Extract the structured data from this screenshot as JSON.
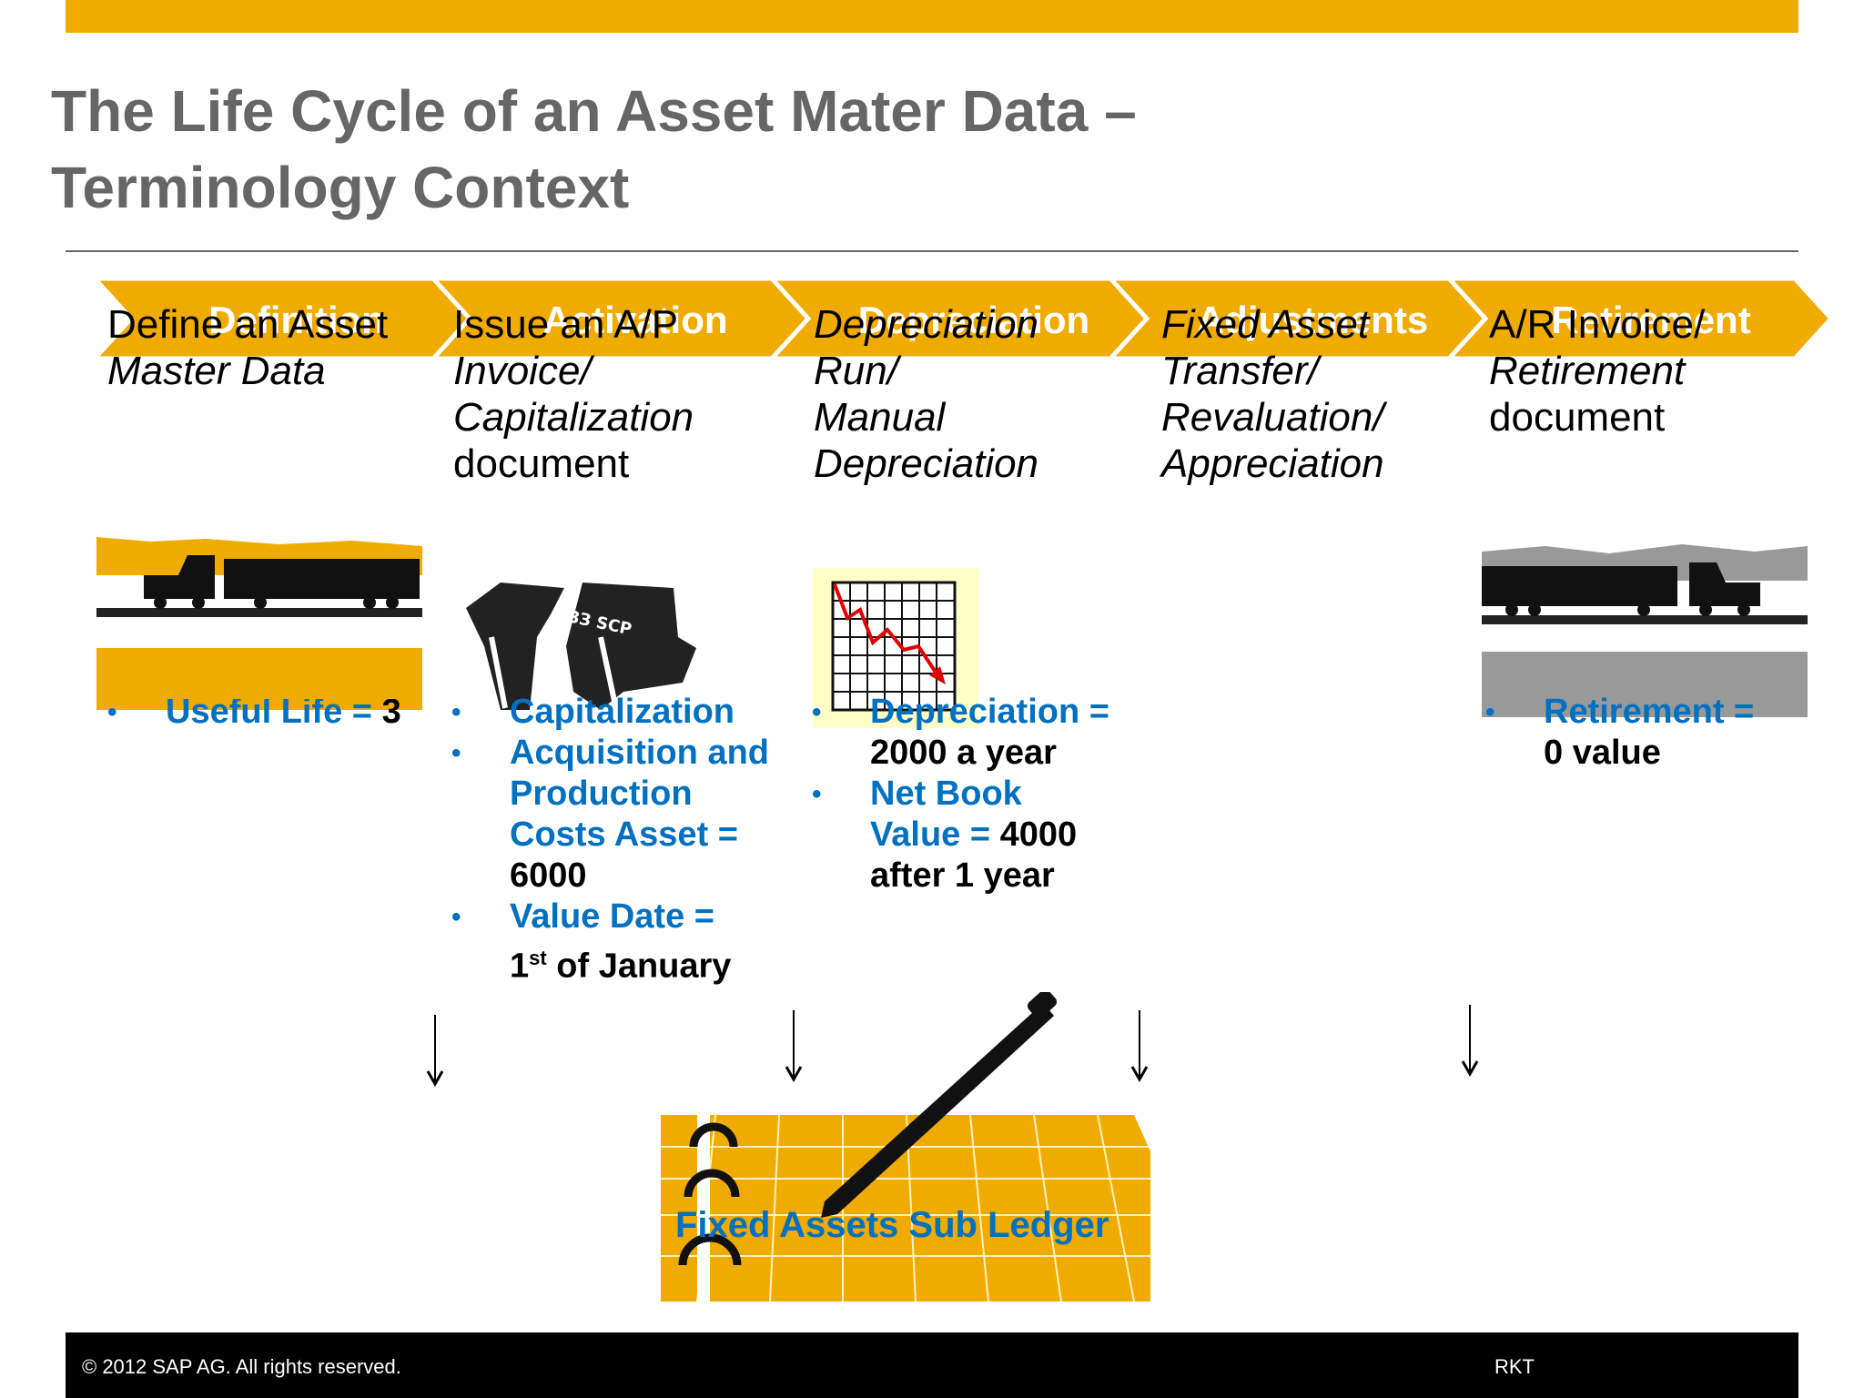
{
  "header": {
    "title_line1": "The Life Cycle of an Asset Mater Data –",
    "title_line2": "Terminology Context"
  },
  "colors": {
    "brand": "#F0AB00",
    "title": "#666666",
    "term": "#0070C0",
    "value": "#000000"
  },
  "stages": [
    {
      "label": "Definition",
      "description": {
        "partial_top": "Define an Asset",
        "italic": [
          "Master Data"
        ],
        "normal": []
      },
      "icon": "truck-road-icon",
      "bullets": [
        {
          "term": "Useful Life =",
          "value": "3"
        }
      ]
    },
    {
      "label": "Activation",
      "description": {
        "partial_top": "Issue an A/P",
        "italic": [
          "Invoice/",
          "Capitalization"
        ],
        "normal": [
          "document"
        ]
      },
      "icon": "money-bills-icon",
      "bullets": [
        {
          "term": "Capitalization",
          "value": ""
        },
        {
          "term": "Acquisition and Production Costs Asset =",
          "value": "6000"
        },
        {
          "term": "Value Date =",
          "value_prefix": "1",
          "value_sup": "st",
          "value": "of January"
        }
      ]
    },
    {
      "label": "Depreciation",
      "description": {
        "partial_top": "Depreciation",
        "italic": [
          "Run/",
          "Manual",
          "Depreciation"
        ],
        "normal": []
      },
      "icon": "declining-chart-icon",
      "bullets": [
        {
          "term": "Depreciation =",
          "value": "2000 a year"
        },
        {
          "term": "Net Book Value =",
          "value": "4000 after 1 year"
        }
      ]
    },
    {
      "label": "Adjustments",
      "description": {
        "partial_top": "Fixed Asset",
        "italic": [
          "Transfer/",
          "Revaluation/",
          "Appreciation"
        ],
        "normal": []
      },
      "icon": "",
      "bullets": []
    },
    {
      "label": "Retirement",
      "description": {
        "partial_top": "A/R Invoice/",
        "italic": [
          "Retirement"
        ],
        "normal": [
          "document"
        ]
      },
      "icon": "truck-road-gray-icon",
      "bullets": [
        {
          "term": "Retirement =",
          "value": "0 value"
        }
      ]
    }
  ],
  "ledger": {
    "label": "Fixed Assets Sub Ledger",
    "icon": "ledger-pen-icon"
  },
  "footer": {
    "copyright": "©  2012 SAP AG. All rights reserved.",
    "code": "RKT"
  }
}
